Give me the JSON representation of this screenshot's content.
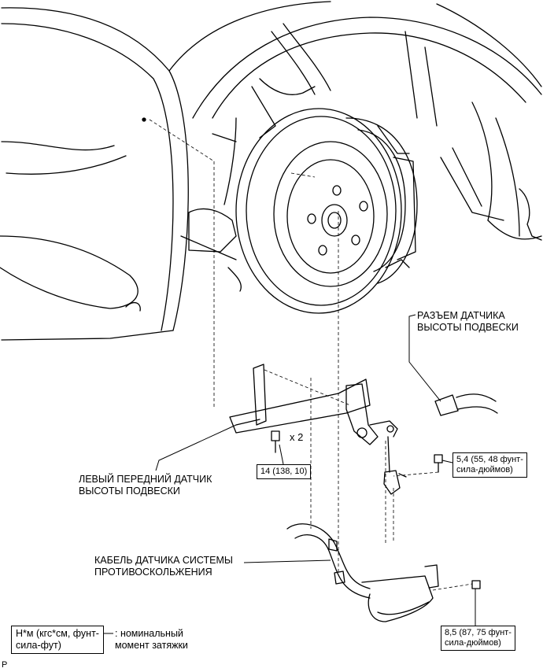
{
  "labels": {
    "height_sensor_connector": "РАЗЪЕМ ДАТЧИКА\nВЫСОТЫ ПОДВЕСКИ",
    "left_front_height_sensor": "ЛЕВЫЙ ПЕРЕДНИЙ ДАТЧИК\nВЫСОТЫ ПОДВЕСКИ",
    "abs_sensor_cable": "КАБЕЛЬ ДАТЧИКА СИСТЕМЫ\nПРОТИВОСКОЛЬЖЕНИЯ",
    "quantity": "x 2"
  },
  "torque_specs": {
    "bracket_bolt": "14 (138, 10)",
    "sensor_nut": "5,4 (55, 48 фунт-\nсила-дюймов)",
    "cable_bolt": "8,5 (87, 75 фунт-\nсила-дюймов)"
  },
  "legend": {
    "box_text": "Н*м (кгс*см, фунт-\nсила-фут)",
    "description": ": номинальный\nмомент затяжки"
  },
  "footer": {
    "code": "P"
  }
}
